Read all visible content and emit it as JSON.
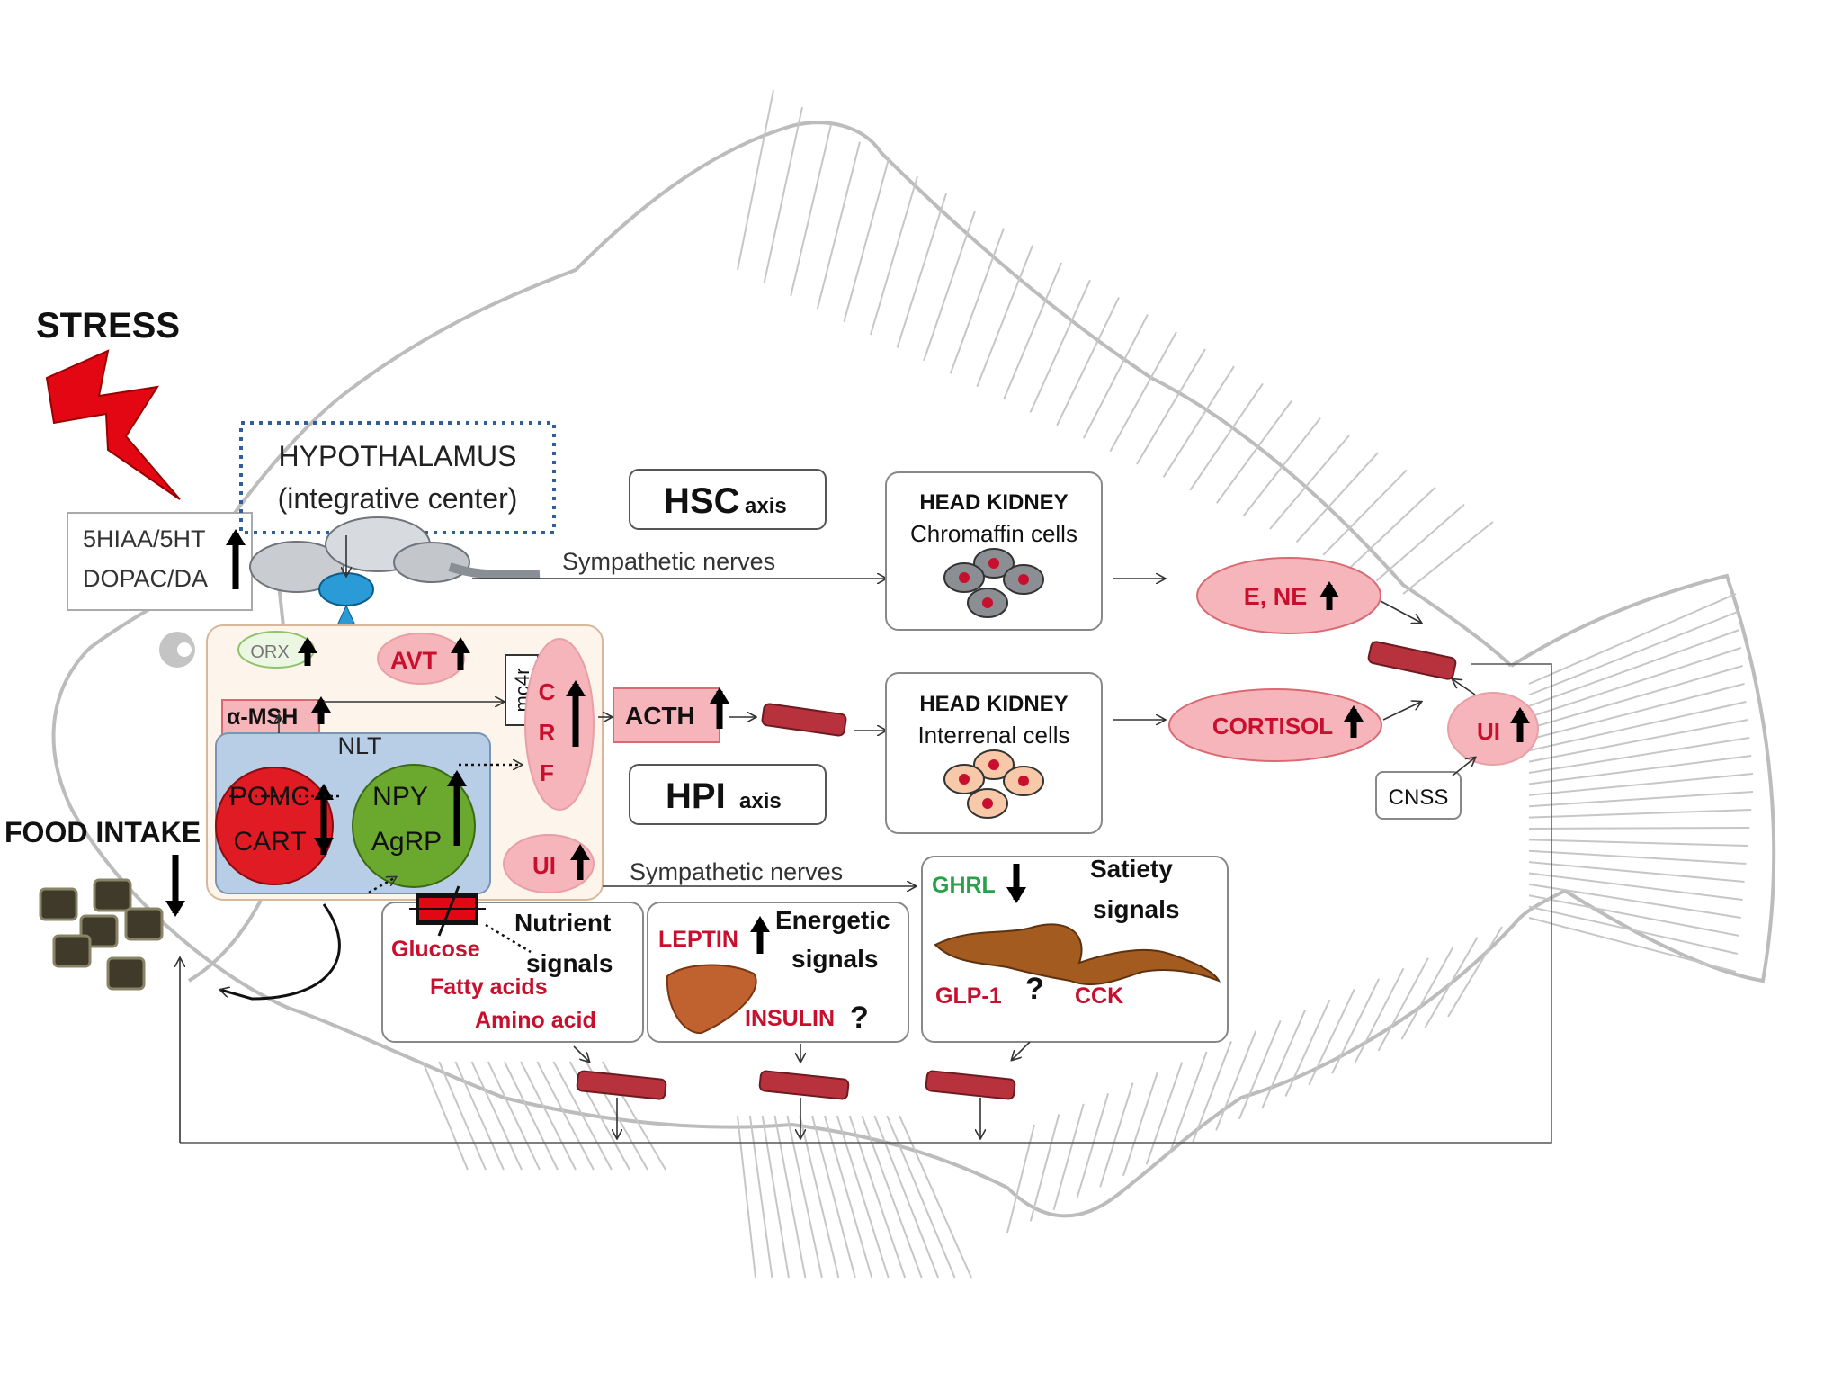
{
  "labels": {
    "stress": "STRESS",
    "monoamine1": "5HIAA/5HT",
    "monoamine2": "DOPAC/DA",
    "hypothalamus": "HYPOTHALAMUS",
    "integrative_center": "(integrative center)",
    "hsc": "HSC",
    "hpi": "HPI",
    "axis": "axis",
    "sympathetic_nerves": "Sympathetic nerves",
    "head_kidney": "HEAD KIDNEY",
    "chromaffin_cells": "Chromaffin cells",
    "interrenal_cells": "Interrenal cells",
    "e_ne": "E, NE",
    "cortisol": "CORTISOL",
    "cnss": "CNSS",
    "ui": "UI",
    "orx": "ORX",
    "avt": "AVT",
    "alpha_msh": "α-MSH",
    "mc4r": "mc4r",
    "crf": [
      "C",
      "R",
      "F"
    ],
    "acth": "ACTH",
    "nlt": "NLT",
    "pomc": "POMC",
    "cart": "CART",
    "npy": "NPY",
    "agrp": "AgRP",
    "food_intake": "FOOD INTAKE",
    "nutrient": "Nutrient",
    "signals": "signals",
    "glucose": "Glucose",
    "fatty_acids": "Fatty acids",
    "amino_acid": "Amino acid",
    "leptin": "LEPTIN",
    "energetic": "Energetic",
    "insulin": "INSULIN",
    "question": "?",
    "ghrl": "GHRL",
    "satiety": "Satiety",
    "glp1": "GLP-1",
    "cck": "CCK"
  },
  "colors": {
    "hormone_text": "#c8102e",
    "ghrelin_text": "#2aa04a",
    "hormone_fill": "#f5b5ba",
    "pomc_neuron": "#e01b24",
    "npy_neuron": "#6aa82e",
    "nlt_fill": "#b8cde6",
    "hypothalamus_border": "#2e5f9a",
    "stress_bolt": "#e30613"
  }
}
